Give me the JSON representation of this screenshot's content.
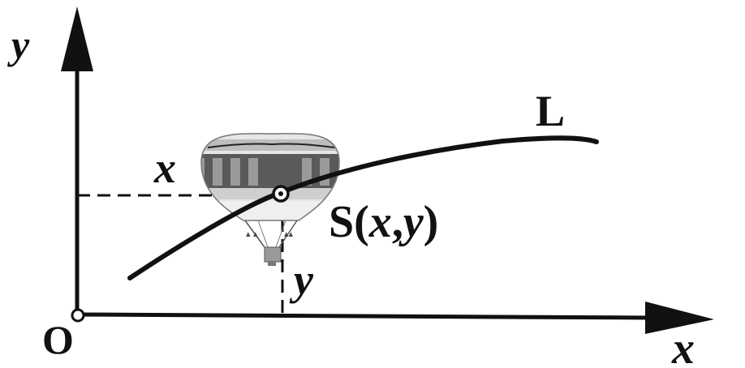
{
  "labels": {
    "y_axis": "y",
    "x_axis": "x",
    "origin": "O",
    "curve": "L",
    "point_letter": "S",
    "point_open": "(",
    "point_x": "x",
    "point_comma": ",",
    "point_y": "y",
    "point_close": ")",
    "x_distance": "x",
    "y_distance": "y"
  },
  "colors": {
    "ink": "#111111",
    "balloon_stripe_dark": "#555555",
    "balloon_stripe_light": "#d8d8d8"
  },
  "icons": {
    "balloon": "hot-air-balloon-icon"
  }
}
